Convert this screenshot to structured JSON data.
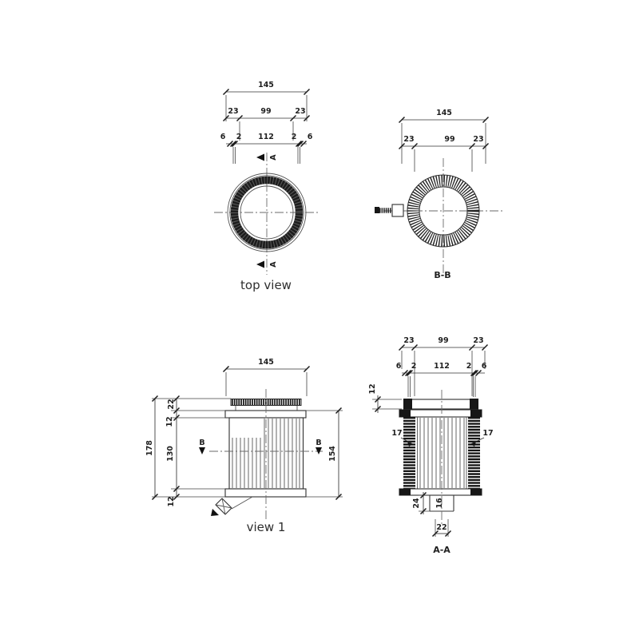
{
  "style": {
    "background": "#ffffff",
    "line_color": "#3a3a3a",
    "dark_fill": "#1d1d1d"
  },
  "views": {
    "top_view": {
      "label": "top view",
      "section_letter": "A",
      "dim_outer": "145",
      "dim_rim_left": "23",
      "dim_face": "99",
      "dim_rim_right": "23",
      "dim_wall_left": "6",
      "dim_gap_left": "2",
      "dim_inner": "112",
      "dim_gap_right": "2",
      "dim_wall_right": "6"
    },
    "section_bb": {
      "label": "B-B",
      "dim_outer": "145",
      "dim_left": "23",
      "dim_mid": "99",
      "dim_right": "23"
    },
    "view_1": {
      "label": "view 1",
      "section_letter": "B",
      "dim_width": "145",
      "dim_cap": "22",
      "dim_top_flange": "12",
      "dim_body": "130",
      "dim_bottom_flange": "12",
      "dim_total": "178",
      "dim_side": "154"
    },
    "section_aa": {
      "label": "A-A",
      "dim_left": "23",
      "dim_mid": "99",
      "dim_right": "23",
      "dim_wall_left": "6",
      "dim_gap_left": "2",
      "dim_inner": "112",
      "dim_gap_right": "2",
      "dim_wall_right": "6",
      "dim_cap": "12",
      "dim_media_left": "17",
      "dim_media_right": "17",
      "dim_spout_height": "24",
      "dim_spout_bore": "16",
      "dim_spout_width": "22"
    }
  }
}
